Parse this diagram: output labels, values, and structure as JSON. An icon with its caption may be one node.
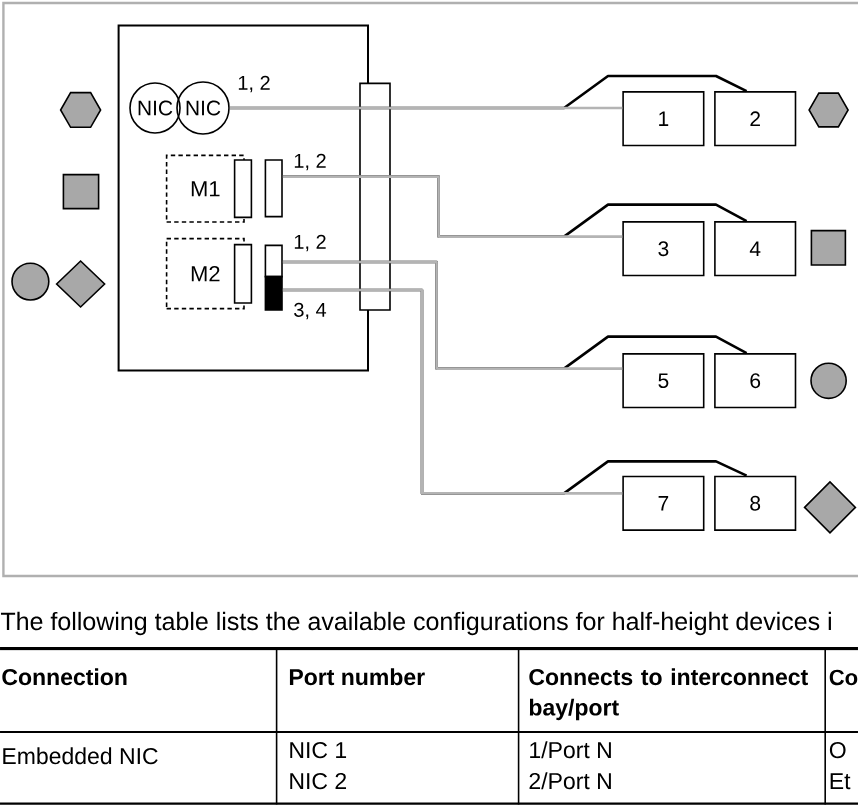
{
  "diagram": {
    "nodes": [
      {
        "text": [],
        "shape": "box"
      },
      {
        "text": [
          "NIC"
        ],
        "in": 0
      },
      {
        "text": [
          "NIC"
        ],
        "in": 0,
        "beside": [
          "1, 2"
        ]
      },
      {
        "text": [
          "M1"
        ],
        "in": 0
      },
      {
        "text": [],
        "shape": "box",
        "in": 0,
        "beside": [
          "1, 2"
        ]
      },
      {
        "text": [
          "M2"
        ],
        "in": 0
      },
      {
        "text": [],
        "shape": "box",
        "in": 0,
        "beside": [
          "1, 2"
        ]
      },
      {
        "text": [],
        "shape": "box",
        "in": 0,
        "beside": [
          "3, 4"
        ]
      },
      {
        "text": [
          "1"
        ]
      },
      {
        "text": [
          "2"
        ]
      },
      {
        "text": [
          "3"
        ]
      },
      {
        "text": [
          "4"
        ]
      },
      {
        "text": [
          "5"
        ]
      },
      {
        "text": [
          "6"
        ]
      },
      {
        "text": [
          "7"
        ]
      },
      {
        "text": [
          "8"
        ]
      }
    ],
    "edges": [
      {
        "from": 2,
        "to": 8,
        "arrow": "none",
        "color": "#b4b4b4"
      },
      {
        "from": 2,
        "to": 9,
        "arrow": "none",
        "color": "#000000"
      },
      {
        "from": 4,
        "to": 10,
        "arrow": "none",
        "color": "#b4b4b4"
      },
      {
        "from": 4,
        "to": 11,
        "arrow": "none",
        "color": "#000000"
      },
      {
        "from": 6,
        "to": 12,
        "arrow": "none",
        "color": "#b4b4b4"
      },
      {
        "from": 6,
        "to": 13,
        "arrow": "none",
        "color": "#000000"
      },
      {
        "from": 7,
        "to": 14,
        "arrow": "none",
        "color": "#b4b4b4"
      },
      {
        "from": 7,
        "to": 15,
        "arrow": "none",
        "color": "#000000"
      }
    ],
    "labels": [
      "The following table lists the available configurations for half-height devices i",
      "Connection",
      "Port number",
      "Connects to interconnect bay/port",
      "Co",
      "Embedded NIC",
      "NIC 1",
      "NIC 2",
      "1/Port N",
      "2/Port N",
      "O",
      "Et"
    ]
  }
}
